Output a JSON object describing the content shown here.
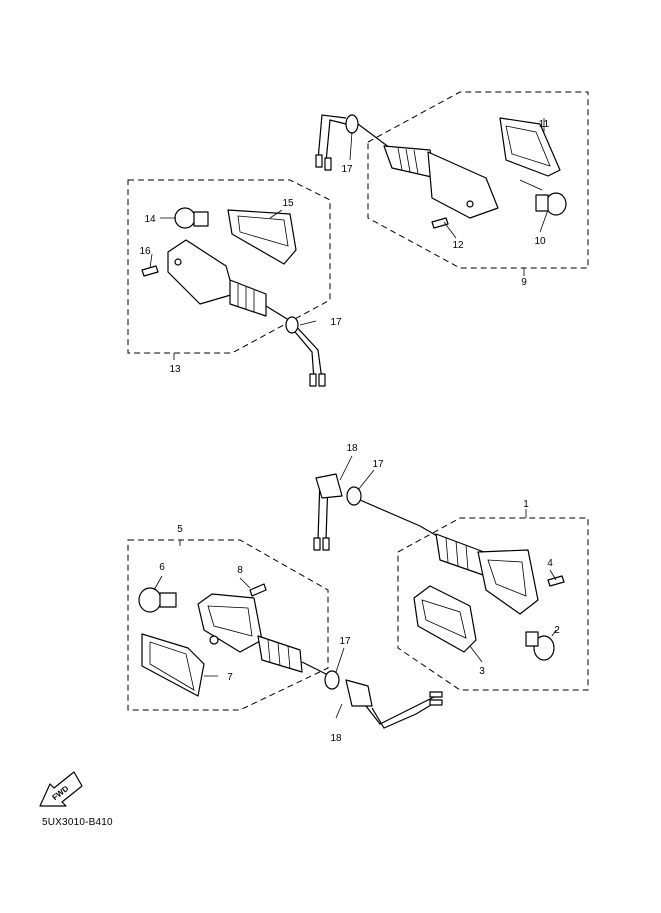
{
  "diagram": {
    "code": "5UX3010-B410",
    "fwd_label": "FWD",
    "callouts": {
      "c1": "1",
      "c2": "2",
      "c3": "3",
      "c4": "4",
      "c5": "5",
      "c6": "6",
      "c7": "7",
      "c8": "8",
      "c9": "9",
      "c10": "10",
      "c11": "11",
      "c12": "12",
      "c13": "13",
      "c14": "14",
      "c15": "15",
      "c16": "16",
      "c17a": "17",
      "c17b": "17",
      "c17c": "17",
      "c17d": "17",
      "c18a": "18",
      "c18b": "18"
    }
  }
}
